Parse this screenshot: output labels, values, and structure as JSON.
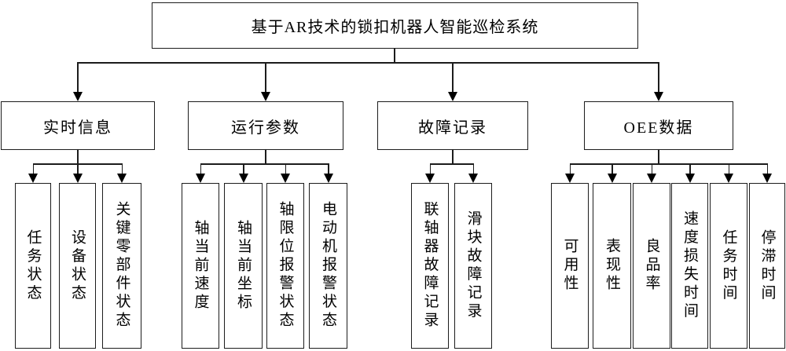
{
  "diagram": {
    "type": "tree",
    "line_color": "#1c1c1c",
    "box_background": "#ffffff"
  },
  "root": {
    "label": "基于AR技术的锁扣机器人智能巡检系统"
  },
  "branches": [
    {
      "label": "实时信息",
      "children": [
        {
          "label": "任务状态"
        },
        {
          "label": "设备状态"
        },
        {
          "label": "关键零部件状态"
        }
      ]
    },
    {
      "label": "运行参数",
      "children": [
        {
          "label": "轴当前速度"
        },
        {
          "label": "轴当前坐标"
        },
        {
          "label": "轴限位报警状态"
        },
        {
          "label": "电动机报警状态"
        }
      ]
    },
    {
      "label": "故障记录",
      "children": [
        {
          "label": "联轴器故障记录"
        },
        {
          "label": "滑块故障记录"
        }
      ]
    },
    {
      "label": "OEE数据",
      "children": [
        {
          "label": "可用性"
        },
        {
          "label": "表现性"
        },
        {
          "label": "良品率"
        },
        {
          "label": "速度损失时间"
        },
        {
          "label": "任务时间"
        },
        {
          "label": "停滞时间"
        }
      ]
    }
  ]
}
